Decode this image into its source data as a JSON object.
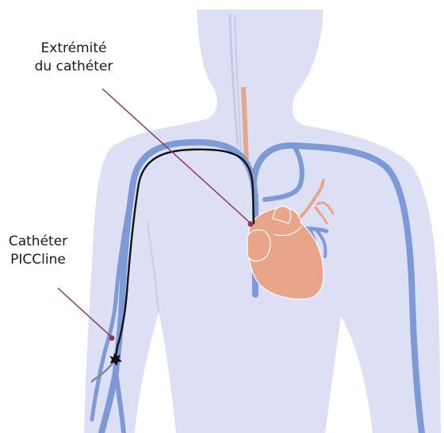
{
  "labels": {
    "tip": {
      "line1": "Extrémité",
      "line2": "du cathéter"
    },
    "picc": {
      "line1": "Cathéter",
      "line2": "PICCline"
    }
  },
  "colors": {
    "body": "#dde0f5",
    "vein": "#7e9ad6",
    "vein_dark": "#6c88cc",
    "heart": "#e8a58a",
    "artery": "#e7a58c",
    "catheter": "#111111",
    "pointer": "#8e3560"
  }
}
